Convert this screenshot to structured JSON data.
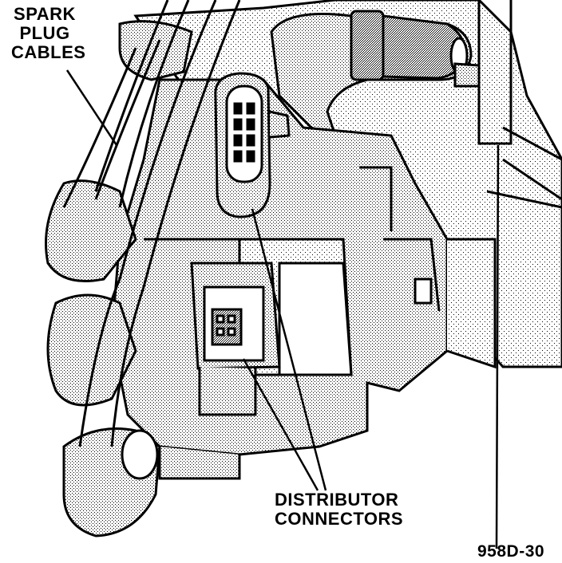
{
  "labels": {
    "spark_plug_line1": "SPARK",
    "spark_plug_line2": "PLUG",
    "spark_plug_line3": "CABLES",
    "distributor_line1": "DISTRIBUTOR",
    "distributor_line2": "CONNECTORS",
    "figure_code": "958D-30"
  },
  "colors": {
    "ink": "#000000",
    "paper": "#ffffff",
    "shade": "#9a9a9a"
  }
}
